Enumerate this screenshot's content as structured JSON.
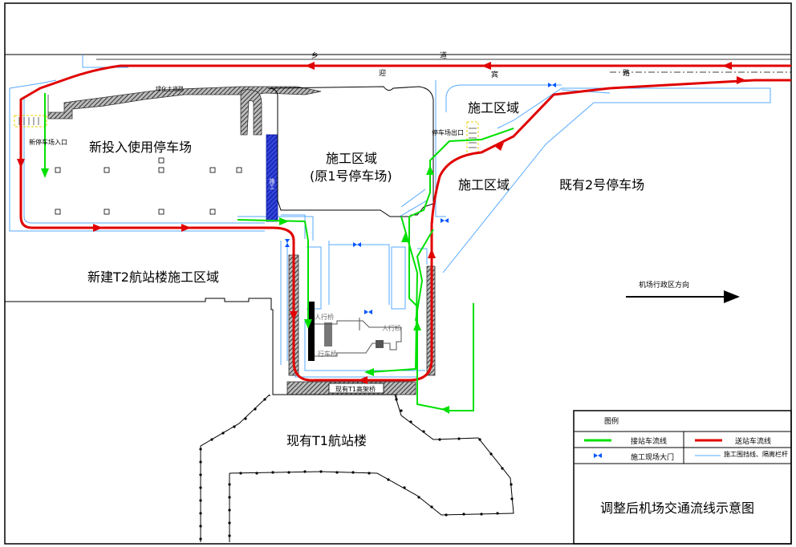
{
  "labels": {
    "road_chars": [
      "乡",
      "道",
      "迎",
      "宾",
      "路"
    ],
    "parking_new": "新投入使用停车场",
    "construction_main": "施工区域",
    "construction_main_sub": "(原1号停车场)",
    "construction_ne": "施工区域",
    "construction_mid": "施工区域",
    "parking_2": "既有2号停车场",
    "t2_area": "新建T2航站楼施工区域",
    "t1_terminal": "现有T1航站楼",
    "admin_dir": "机场行政区方向",
    "entrance": "新停车场入口",
    "exit": "停车场出口",
    "t1_bridge": "现有T1高架桥",
    "foot_bridge_1": "人行桥",
    "foot_bridge_2": "人行桥",
    "vehicle_bridge": "行车桥",
    "green_strip": "绿化土道路",
    "blue_bar": "施工"
  },
  "legend": {
    "heading": "图例",
    "pickup": "接站车流线",
    "dropoff": "送站车流线",
    "gate": "施工现场大门",
    "fence": "施工围挡线、隔离栏杆",
    "title": "调整后机场交通流线示意图"
  },
  "colors": {
    "pickup": "#00e000",
    "dropoff": "#e00000",
    "fence": "#55aaff",
    "gate": "#0055ff",
    "blue_bar": "#2233cc",
    "hatch": "#555555"
  }
}
